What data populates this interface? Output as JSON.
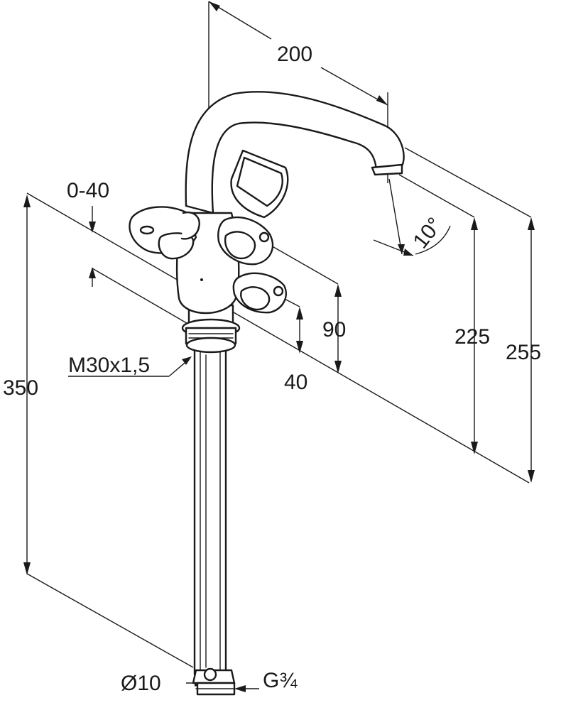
{
  "labels": {
    "reach": "200",
    "height_spout_top": "255",
    "height_spout_outlet": "225",
    "handle_spacing": "90",
    "lower_offset": "40",
    "deck_thickness": "0-40",
    "shank_thread": "M30x1,5",
    "total_length": "350",
    "pipe_diameter": "Ø10",
    "connection_thread": "G¾",
    "spout_angle": "10°"
  }
}
